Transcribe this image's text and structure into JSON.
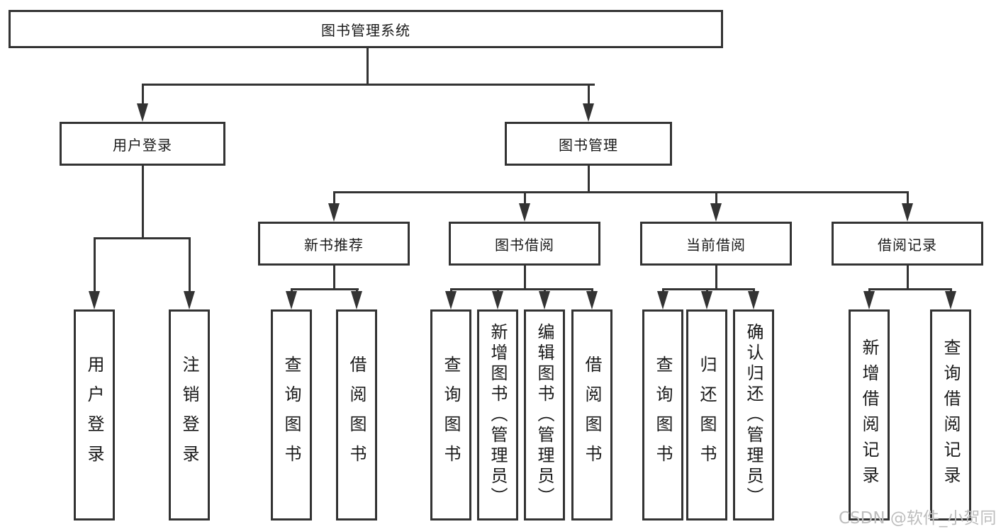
{
  "diagram": {
    "type": "hierarchy",
    "title": "图书管理系统",
    "colors": {
      "background": "#ffffff",
      "line": "#333333",
      "text": "#1a1a1a",
      "watermark": "#bdbdbd"
    },
    "tree": {
      "label": "图书管理系统",
      "children": [
        {
          "label": "用户登录",
          "children": [
            {
              "label": "用户登录"
            },
            {
              "label": "注销登录"
            }
          ]
        },
        {
          "label": "图书管理",
          "children": [
            {
              "label": "新书推荐",
              "children": [
                {
                  "label": "查询图书"
                },
                {
                  "label": "借阅图书"
                }
              ]
            },
            {
              "label": "图书借阅",
              "children": [
                {
                  "label": "查询图书"
                },
                {
                  "label": "新增图书（管理员）"
                },
                {
                  "label": "编辑图书（管理员）"
                },
                {
                  "label": "借阅图书"
                }
              ]
            },
            {
              "label": "当前借阅",
              "children": [
                {
                  "label": "查询图书"
                },
                {
                  "label": "归还图书"
                },
                {
                  "label": "确认归还（管理员）"
                }
              ]
            },
            {
              "label": "借阅记录",
              "children": [
                {
                  "label": "新增借阅记录"
                },
                {
                  "label": "查询借阅记录"
                }
              ]
            }
          ]
        }
      ]
    },
    "watermark": {
      "text": "CSDN @软件_小贺同学"
    }
  }
}
